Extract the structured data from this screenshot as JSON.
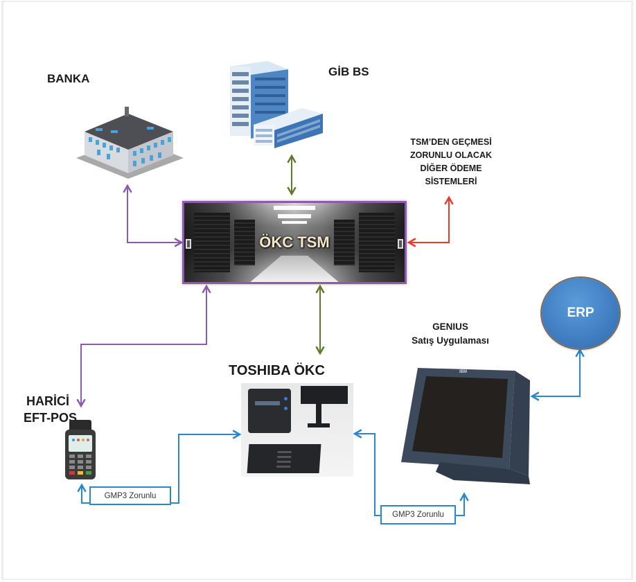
{
  "nodes": {
    "banka": {
      "label": "BANKA"
    },
    "gib": {
      "label": "GİB BS"
    },
    "other_payments": {
      "lines": [
        "TSM’DEN GEÇMESİ",
        "ZORUNLU OLACAK",
        "DİĞER ÖDEME",
        "SİSTEMLERİ"
      ]
    },
    "tsm": {
      "label": "ÖKC TSM"
    },
    "toshiba": {
      "label": "TOSHIBA ÖKC"
    },
    "eftpos": {
      "lines": [
        "HARİCİ",
        "EFT-POS"
      ]
    },
    "genius": {
      "lines": [
        "GENIUS",
        "Satış Uygulaması"
      ]
    },
    "erp": {
      "label": "ERP"
    },
    "terminal_brand": {
      "label": "IBM"
    }
  },
  "connectors": {
    "gmp3_left": {
      "label": "GMP3 Zorunlu"
    },
    "gmp3_right": {
      "label": "GMP3 Zorunlu"
    }
  },
  "colors": {
    "purple": "#8a5bb0",
    "olive": "#5f7a2e",
    "red": "#e83a2a",
    "blue": "#2b86d0",
    "erp_fill": "#3b78bd"
  }
}
